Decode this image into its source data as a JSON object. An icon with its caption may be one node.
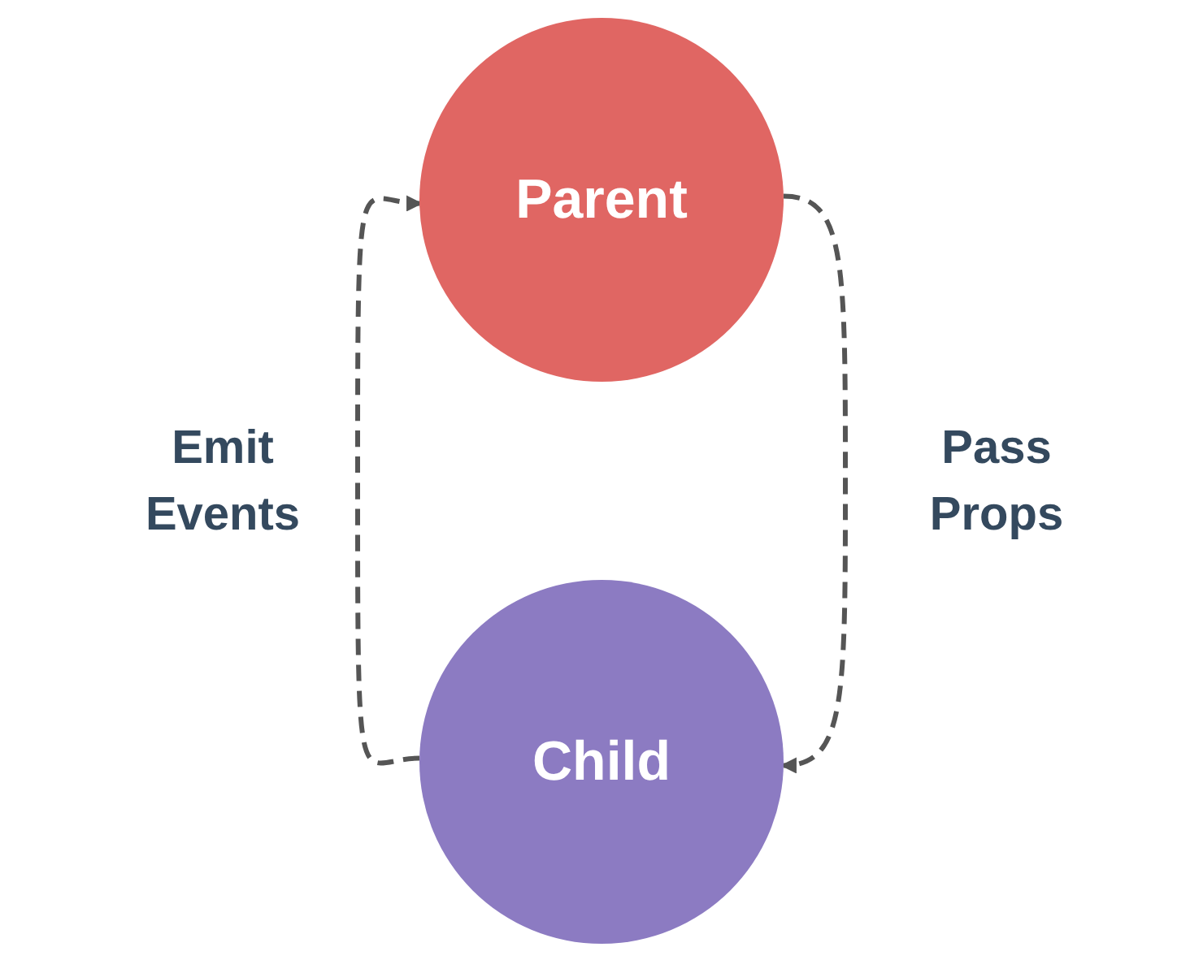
{
  "diagram": {
    "nodes": [
      {
        "text": [
          "Parent"
        ]
      },
      {
        "text": [
          "Child"
        ]
      }
    ],
    "edges": [
      {
        "from": 0,
        "to": 1,
        "arrow": "to",
        "style": "dashed",
        "label": "Pass Props"
      },
      {
        "from": 1,
        "to": 0,
        "arrow": "to",
        "style": "dashed",
        "label": "Emit Events"
      }
    ]
  }
}
